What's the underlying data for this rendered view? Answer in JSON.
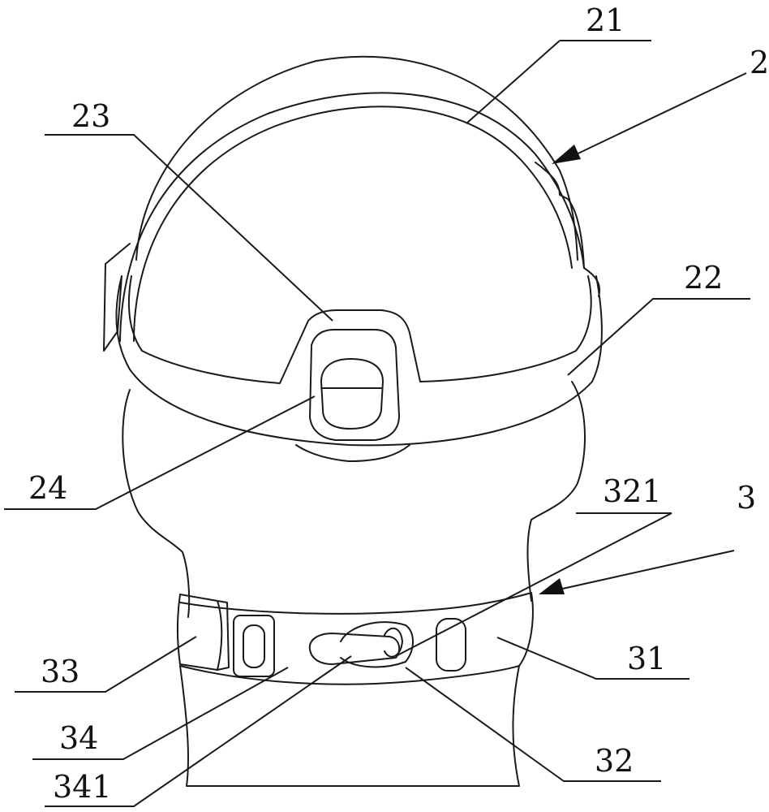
{
  "labels": {
    "helmet": "2",
    "crown_strap": "21",
    "brow_band": "22",
    "buckle_frame": "23",
    "buckle_knob": "24",
    "neck_assembly": "3",
    "left_strap": "31",
    "right_strap": "32",
    "hook": "321",
    "end_cap": "33",
    "middle_strap": "34",
    "middle_hook": "341"
  },
  "colors": {
    "line": "#1a1a1a",
    "background": "#ffffff"
  }
}
